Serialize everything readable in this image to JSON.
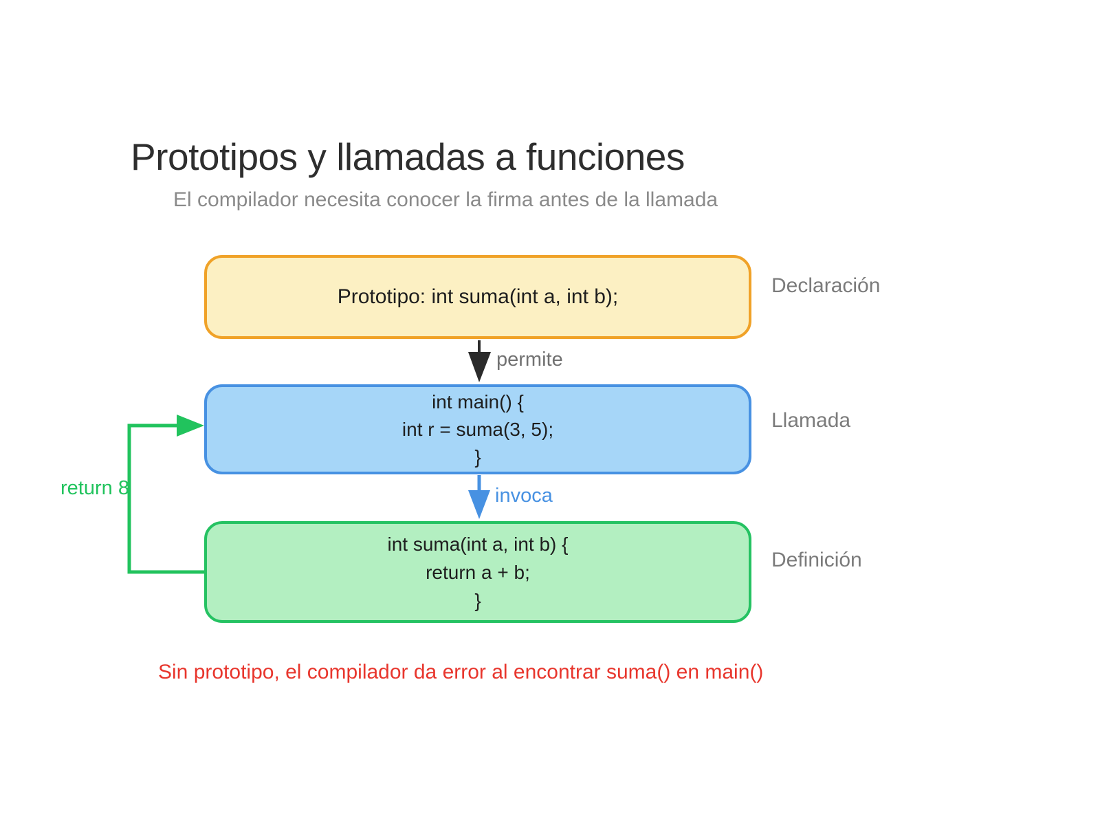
{
  "title": "Prototipos y llamadas a funciones",
  "subtitle": "El compilador necesita conocer la firma antes de la llamada",
  "diagram": {
    "nodes": [
      {
        "id": "prototype",
        "label": "Prototipo: int suma(int a, int b);",
        "side_label": "Declaración",
        "fill": "#FCF0C3",
        "border": "#F0A228"
      },
      {
        "id": "call",
        "lines": [
          "int main() {",
          "int r = suma(3, 5);",
          "}"
        ],
        "side_label": "Llamada",
        "fill": "#A6D6F8",
        "border": "#4791E2"
      },
      {
        "id": "definition",
        "lines": [
          "int suma(int a, int b) {",
          "return a + b;",
          "}"
        ],
        "side_label": "Definición",
        "fill": "#B3EFC1",
        "border": "#25C262"
      }
    ],
    "edges": [
      {
        "id": "permite",
        "label": "permite",
        "from": "prototype",
        "to": "call",
        "color": "#2b2b2b",
        "label_color": "#717171"
      },
      {
        "id": "invoca",
        "label": "invoca",
        "from": "call",
        "to": "definition",
        "color": "#4791E2",
        "label_color": "#4791E2"
      },
      {
        "id": "return",
        "label": "return 8",
        "from": "definition",
        "to": "call",
        "color": "#21C35D",
        "label_color": "#21C35D"
      }
    ]
  },
  "footnote": "Sin prototipo, el compilador da error al encontrar suma() en main()",
  "colors": {
    "title": "#2e2e2e",
    "subtitle": "#8a8a8a",
    "side_labels": "#7b7b7b",
    "box_text": "#1e1e1e",
    "footnote": "#E8362D",
    "background": "#ffffff"
  }
}
